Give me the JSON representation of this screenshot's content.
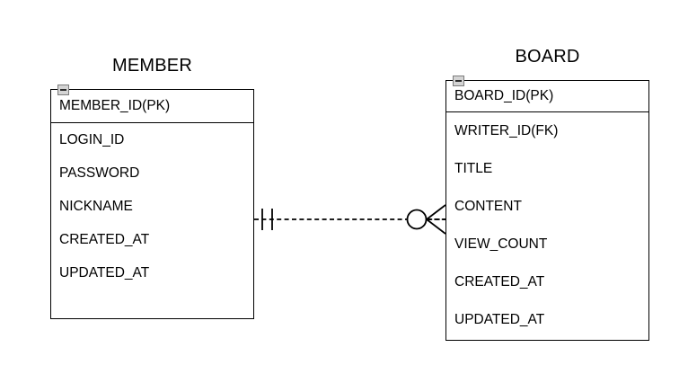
{
  "diagram": {
    "type": "erd",
    "notation": "crows-foot",
    "background": "#ffffff",
    "line_color": "#000000"
  },
  "entities": [
    {
      "id": "member",
      "title": "MEMBER",
      "collapse_icon": "collapse-minus-icon",
      "primary_key": "MEMBER_ID(PK)",
      "attributes": [
        "LOGIN_ID",
        "PASSWORD",
        "NICKNAME",
        "CREATED_AT",
        "UPDATED_AT"
      ]
    },
    {
      "id": "board",
      "title": "BOARD",
      "collapse_icon": "collapse-minus-icon",
      "primary_key": "BOARD_ID(PK)",
      "attributes": [
        "WRITER_ID(FK)",
        "TITLE",
        "CONTENT",
        "VIEW_COUNT",
        "CREATED_AT",
        "UPDATED_AT"
      ]
    }
  ],
  "relationship": {
    "from": "MEMBER",
    "to": "BOARD",
    "from_cardinality": "one-and-only-one",
    "to_cardinality": "zero-or-many",
    "line_style": "dashed",
    "identifying": false
  }
}
